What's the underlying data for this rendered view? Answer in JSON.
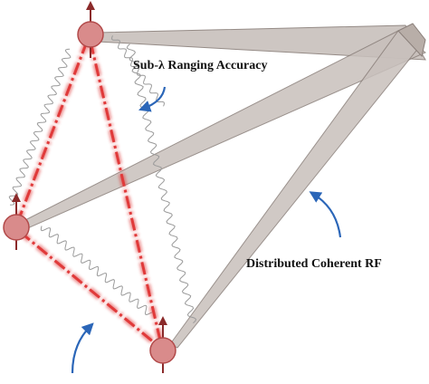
{
  "labels": {
    "ranging_accuracy": "Sub-λ Ranging Accuracy",
    "distributed_rf": "Distributed Coherent RF"
  },
  "nodes": [
    {
      "id": "node-top",
      "antenna": true
    },
    {
      "id": "node-left",
      "antenna": true
    },
    {
      "id": "node-bottom",
      "antenna": true
    }
  ],
  "colors": {
    "node_fill": "#d98b8b",
    "node_stroke": "#b24a4a",
    "link_dash": "#e03a3a",
    "wave": "#9a9a9a",
    "beam_fill": "#c8c0bc",
    "beam_stroke": "#8a7f7a",
    "arrow": "#2b66b8",
    "antenna": "#8b2a2a"
  }
}
